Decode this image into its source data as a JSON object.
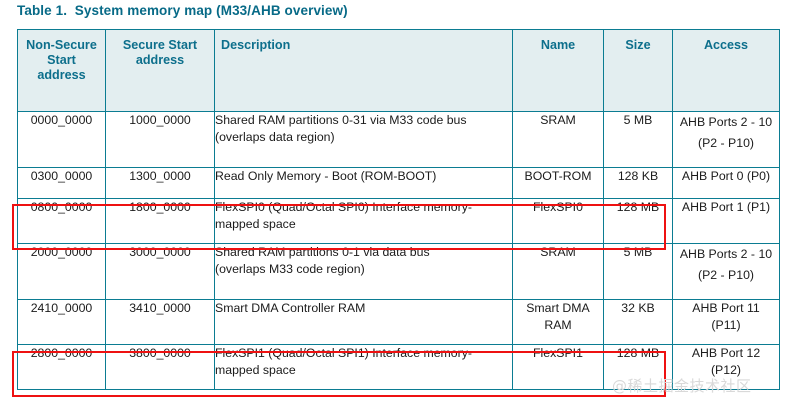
{
  "caption": "Table 1.  System memory map (M33/AHB overview)",
  "watermark": "@稀土掘金技术社区",
  "colors": {
    "header_text": "#0d6f8c",
    "header_background": "#e3eef0",
    "border": "#0b7c92",
    "caption": "#076a87",
    "highlight": "#ee1111",
    "body_text": "#1b1b1b",
    "watermark": "#d9d9d9"
  },
  "table": {
    "columns": [
      {
        "key": "nonsecure",
        "label": "Non-Secure Start address"
      },
      {
        "key": "secure",
        "label": "Secure Start address"
      },
      {
        "key": "description",
        "label": "Description"
      },
      {
        "key": "name",
        "label": "Name"
      },
      {
        "key": "size",
        "label": "Size"
      },
      {
        "key": "access",
        "label": "Access"
      }
    ],
    "rows": [
      {
        "nonsecure": "0000_0000",
        "secure": "1000_0000",
        "description_line1": "Shared RAM partitions 0-31 via M33 code bus",
        "description_line2": "(overlaps data region)",
        "name": "SRAM",
        "size": "5 MB",
        "access_line1": "AHB Ports 2 - 10",
        "access_line2": "(P2 - P10)",
        "highlighted": false
      },
      {
        "nonsecure": "0300_0000",
        "secure": "1300_0000",
        "description_line1": "Read Only Memory - Boot (ROM-BOOT)",
        "description_line2": "",
        "name": "BOOT-ROM",
        "size": "128 KB",
        "access_line1": "AHB Port 0 (P0)",
        "access_line2": "",
        "highlighted": false
      },
      {
        "nonsecure": "0800_0000",
        "secure": "1800_0000",
        "description_line1": "FlexSPI0 (Quad/Octal SPI0) Interface memory-",
        "description_line2": "mapped space",
        "name": "FlexSPI0",
        "size": "128 MB",
        "access_line1": "AHB Port 1 (P1)",
        "access_line2": "",
        "highlighted": true
      },
      {
        "nonsecure": "2000_0000",
        "secure": "3000_0000",
        "description_line1": "Shared RAM partitions 0-1 via data bus",
        "description_line2": "(overlaps M33 code region)",
        "name": "SRAM",
        "size": "5 MB",
        "access_line1": "AHB Ports 2 - 10",
        "access_line2": "(P2 - P10)",
        "highlighted": false
      },
      {
        "nonsecure": "2410_0000",
        "secure": "3410_0000",
        "description_line1": "Smart DMA Controller RAM",
        "description_line2": "",
        "name_line1": "Smart DMA",
        "name_line2": "RAM",
        "size": "32 KB",
        "access_line1": "AHB Port 11",
        "access_line2": "(P11)",
        "highlighted": false
      },
      {
        "nonsecure": "2800_0000",
        "secure": "3800_0000",
        "description_line1": "FlexSPI1 (Quad/Octal SPI1) Interface memory-",
        "description_line2": "mapped space",
        "name": "FlexSPI1",
        "size": "128 MB",
        "access_line1": "AHB Port 12",
        "access_line2": "(P12)",
        "highlighted": true
      }
    ]
  }
}
